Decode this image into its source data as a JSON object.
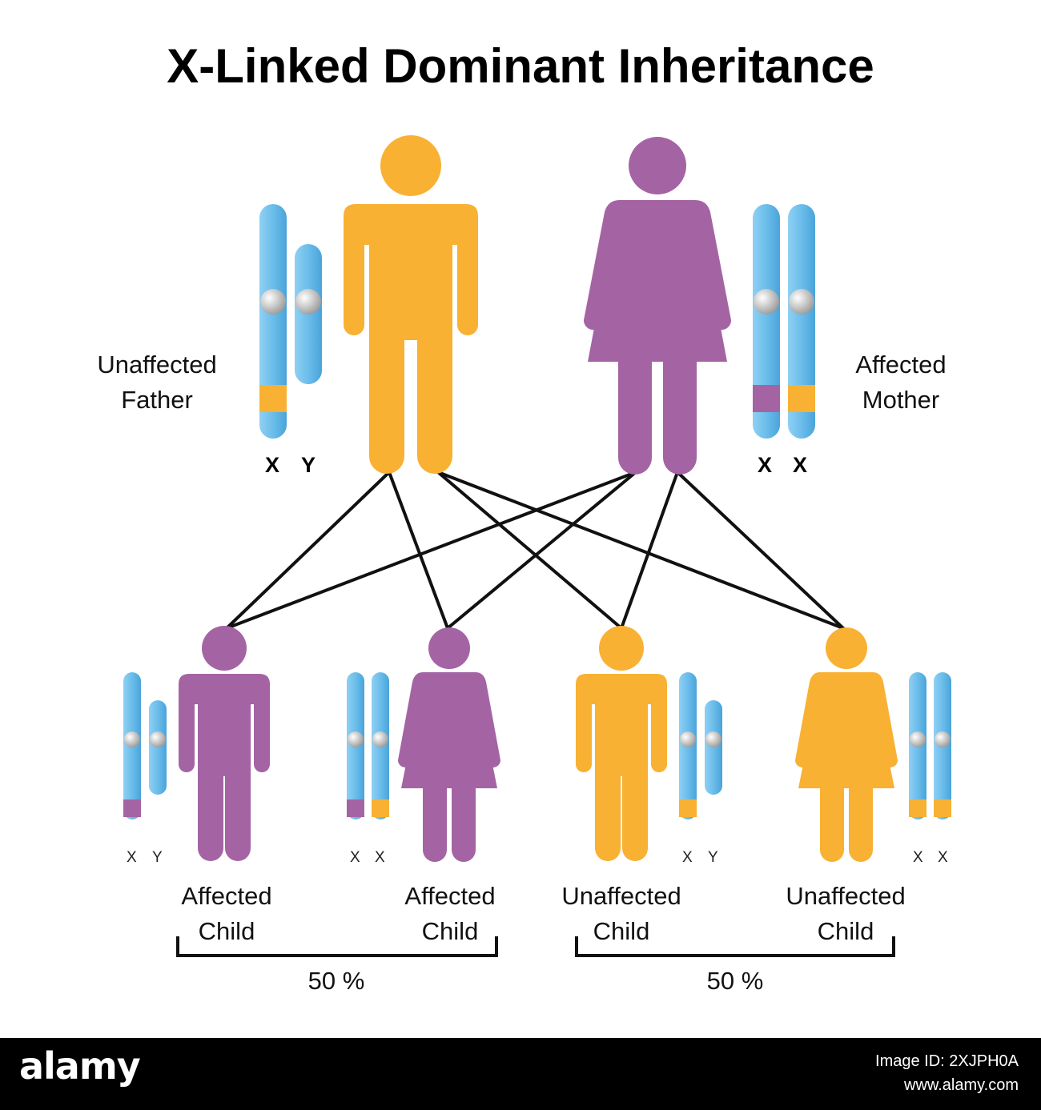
{
  "title": "X-Linked Dominant Inheritance",
  "colors": {
    "unaffected": "#f8b133",
    "affected": "#a464a4",
    "chromosome": "#66b9e9",
    "centromere": "#cfcfcf",
    "line": "#111111"
  },
  "parents": {
    "father": {
      "label_line1": "Unaffected",
      "label_line2": "Father",
      "chr1": "X",
      "chr2": "Y",
      "status": "unaffected"
    },
    "mother": {
      "label_line1": "Affected",
      "label_line2": "Mother",
      "chr1": "X",
      "chr2": "X",
      "status": "affected"
    }
  },
  "children": [
    {
      "label_line1": "Affected",
      "label_line2": "Child",
      "chr1": "X",
      "chr2": "Y",
      "sex": "male",
      "status": "affected"
    },
    {
      "label_line1": "Affected",
      "label_line2": "Child",
      "chr1": "X",
      "chr2": "X",
      "sex": "female",
      "status": "affected"
    },
    {
      "label_line1": "Unaffected",
      "label_line2": "Child",
      "chr1": "X",
      "chr2": "Y",
      "sex": "male",
      "status": "unaffected"
    },
    {
      "label_line1": "Unaffected",
      "label_line2": "Child",
      "chr1": "X",
      "chr2": "X",
      "sex": "female",
      "status": "unaffected"
    }
  ],
  "groups": [
    {
      "percent": "50 %"
    },
    {
      "percent": "50 %"
    }
  ],
  "footer": {
    "brand": "alamy",
    "image_id_label": "Image ID: 2XJPH0A",
    "site": "www.alamy.com"
  }
}
